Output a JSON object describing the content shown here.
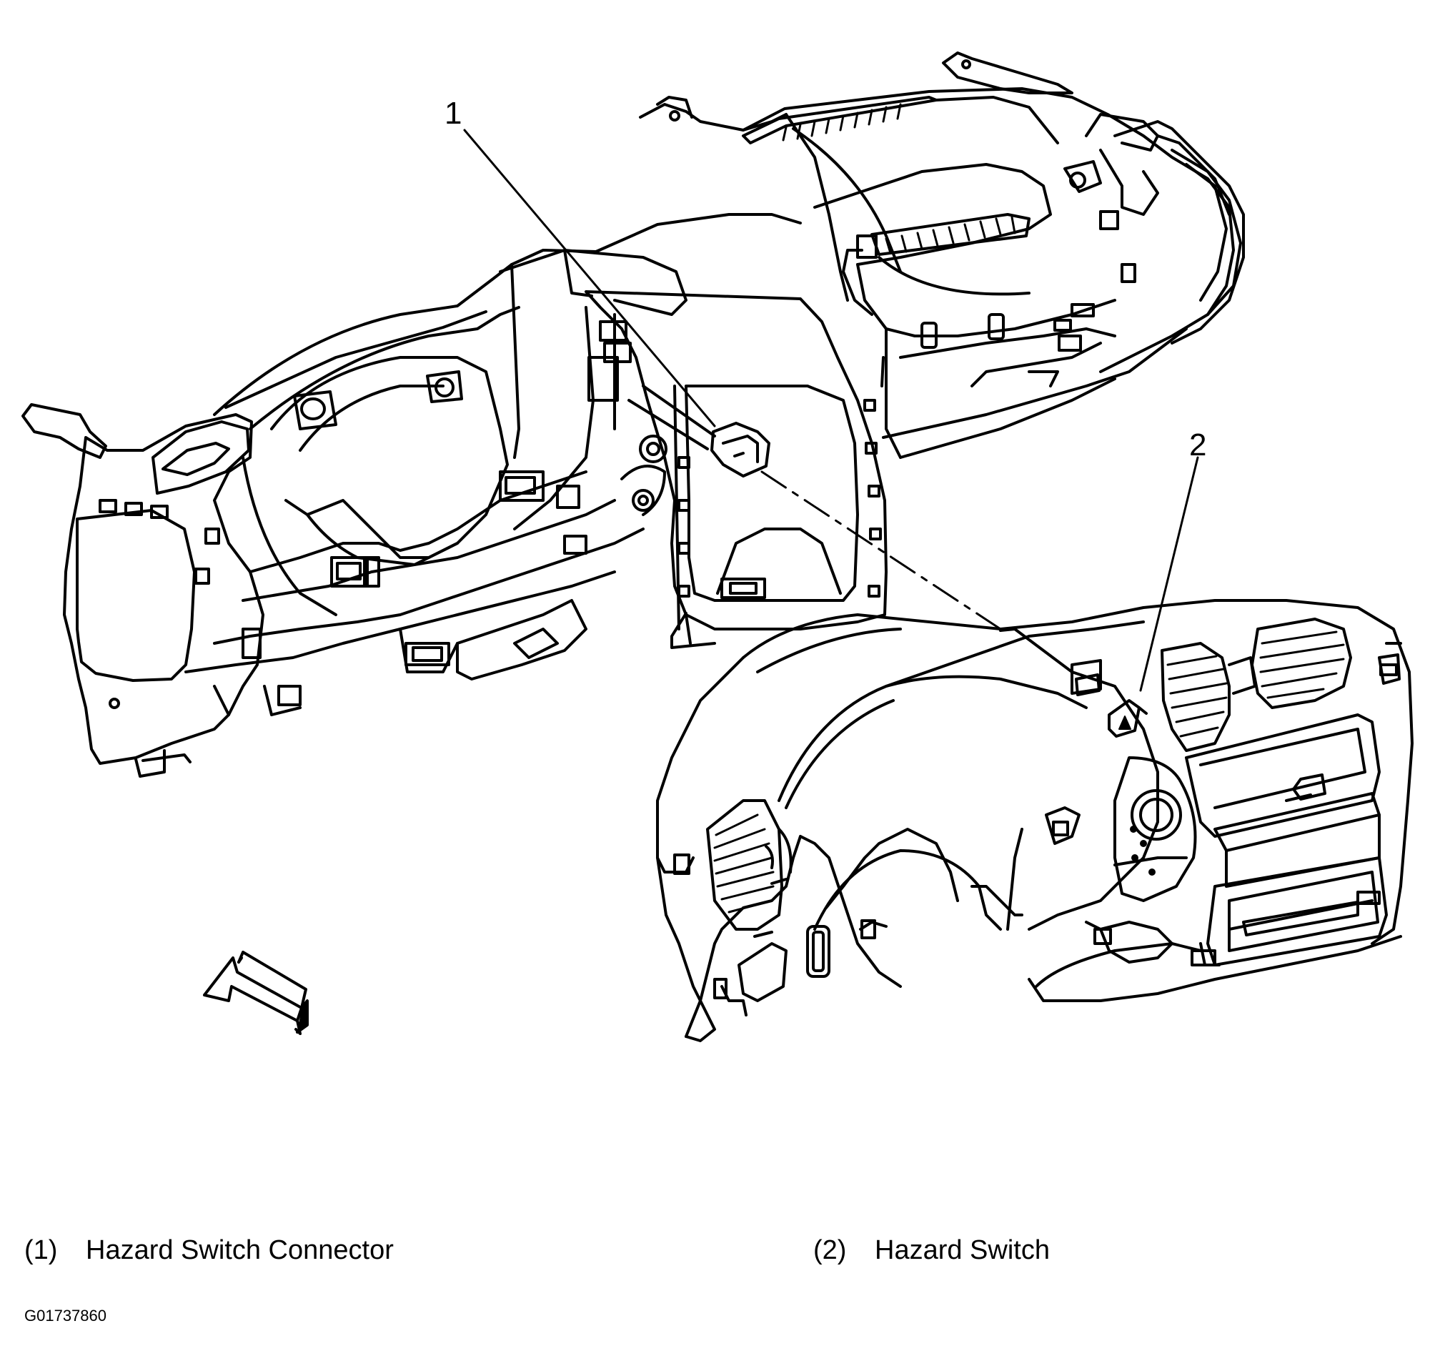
{
  "callouts": [
    {
      "number": "1",
      "label": "Hazard Switch Connector"
    },
    {
      "number": "2",
      "label": "Hazard Switch"
    }
  ],
  "legend": [
    {
      "num": "(1)",
      "label": "Hazard Switch Connector"
    },
    {
      "num": "(2)",
      "label": "Hazard Switch"
    }
  ],
  "figure_id": "G01737860",
  "icons": {
    "view_arrow": "view-direction-arrow-icon",
    "hazard": "hazard-triangle-icon"
  }
}
